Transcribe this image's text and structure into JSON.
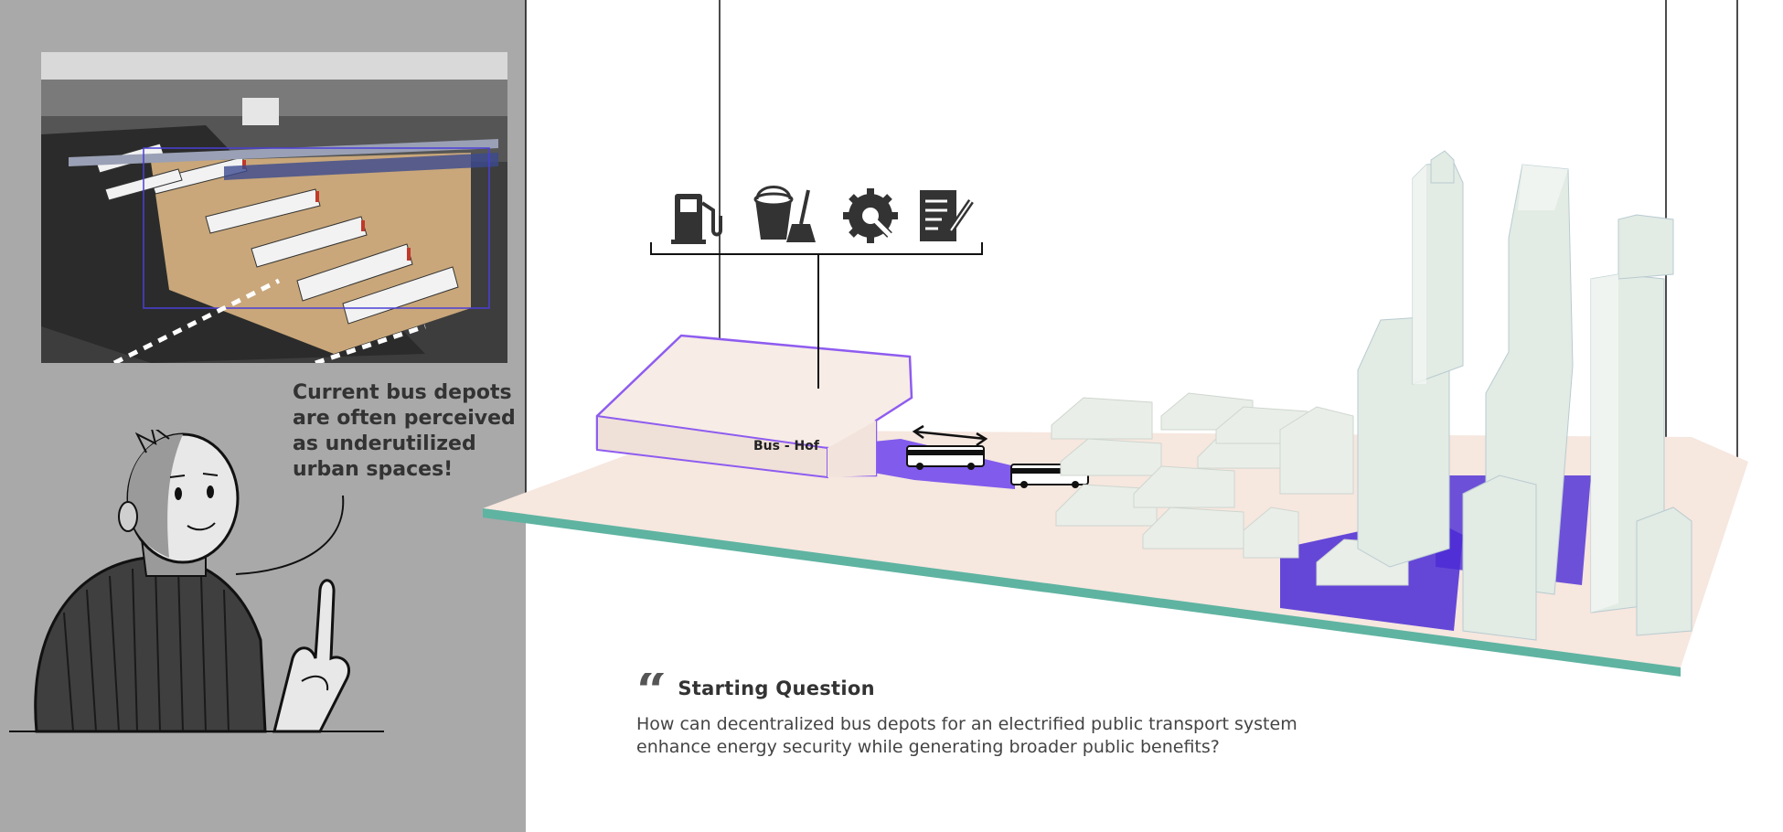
{
  "speech_bubble": {
    "text": "Current bus depots are often perceived as underutilized urban spaces!"
  },
  "photo": {
    "icon": "aerial-bus-depot-photo"
  },
  "diagram": {
    "depot_label": "Bus - Hof",
    "service_icons": [
      "fuel-pump-icon",
      "cleaning-bucket-icon",
      "maintenance-gear-icon",
      "document-edit-icon"
    ],
    "highlight_color": "#7b3ff2",
    "ground_color": "#f6e7df",
    "building_color": "#e2ebe4"
  },
  "starting_question": {
    "quote_mark": "“",
    "title": "Starting Question",
    "body": "How can decentralized bus depots for an electrified public transport system enhance energy security while generating broader public benefits?"
  }
}
